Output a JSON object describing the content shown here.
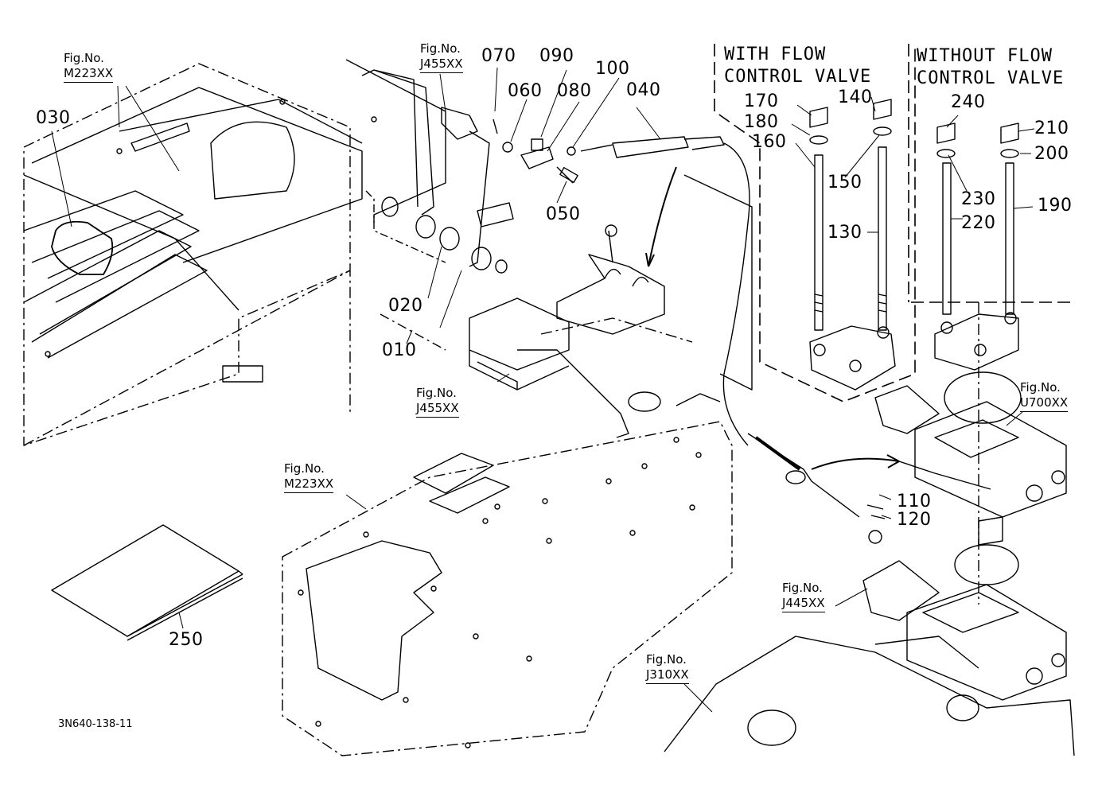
{
  "document_id": "3N640-138-11",
  "variant_headers": {
    "with_flow": [
      "WITH FLOW",
      "CONTROL VALVE"
    ],
    "without_flow": [
      "WITHOUT FLOW",
      "CONTROL VALVE"
    ]
  },
  "fig_refs": [
    {
      "caption": "Fig.No.",
      "code": "M223XX"
    },
    {
      "caption": "Fig.No.",
      "code": "J455XX"
    },
    {
      "caption": "Fig.No.",
      "code": "J455XX"
    },
    {
      "caption": "Fig.No.",
      "code": "M223XX"
    },
    {
      "caption": "Fig.No.",
      "code": "U700XX"
    },
    {
      "caption": "Fig.No.",
      "code": "J445XX"
    },
    {
      "caption": "Fig.No.",
      "code": "J310XX"
    }
  ],
  "part_labels": [
    "010",
    "020",
    "030",
    "040",
    "050",
    "060",
    "070",
    "080",
    "090",
    "100",
    "110",
    "120",
    "130",
    "140",
    "150",
    "160",
    "170",
    "180",
    "190",
    "200",
    "210",
    "220",
    "230",
    "240",
    "250"
  ]
}
